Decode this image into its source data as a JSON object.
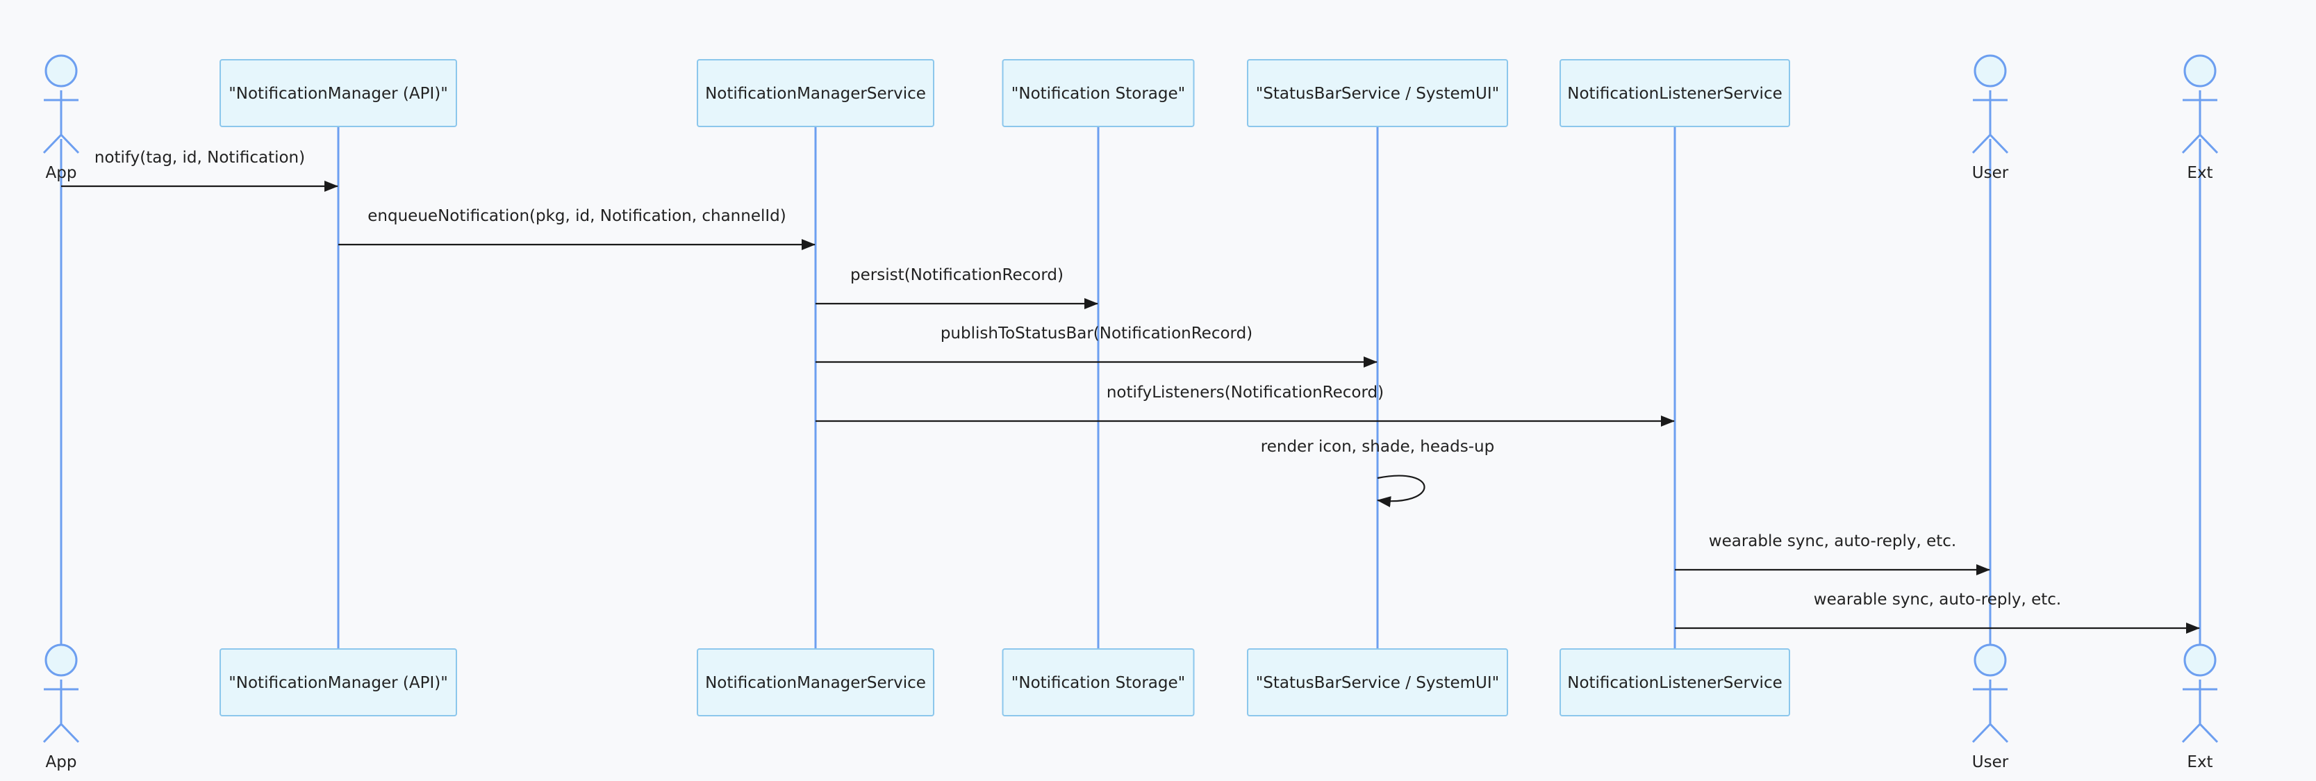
{
  "participants": [
    {
      "id": "app",
      "type": "actor",
      "label": "App"
    },
    {
      "id": "api",
      "type": "box",
      "label": "\"NotificationManager (API)\""
    },
    {
      "id": "nms",
      "type": "box",
      "label": "NotificationManagerService"
    },
    {
      "id": "storage",
      "type": "box",
      "label": "\"Notification Storage\""
    },
    {
      "id": "statusbar",
      "type": "box",
      "label": "\"StatusBarService / SystemUI\""
    },
    {
      "id": "nls",
      "type": "box",
      "label": "NotificationListenerService"
    },
    {
      "id": "user",
      "type": "actor",
      "label": "User"
    },
    {
      "id": "ext",
      "type": "actor",
      "label": "Ext"
    }
  ],
  "messages": [
    {
      "from": "app",
      "to": "api",
      "label": "notify(tag, id, Notification)"
    },
    {
      "from": "api",
      "to": "nms",
      "label": "enqueueNotification(pkg, id, Notification, channelId)"
    },
    {
      "from": "nms",
      "to": "storage",
      "label": "persist(NotificationRecord)"
    },
    {
      "from": "nms",
      "to": "statusbar",
      "label": "publishToStatusBar(NotificationRecord)"
    },
    {
      "from": "nms",
      "to": "nls",
      "label": "notifyListeners(NotificationRecord)"
    },
    {
      "from": "statusbar",
      "to": "statusbar",
      "label": "render icon, shade, heads-up"
    },
    {
      "from": "nls",
      "to": "user",
      "label": "wearable sync, auto-reply, etc."
    },
    {
      "from": "nls",
      "to": "ext",
      "label": "wearable sync, auto-reply, etc."
    }
  ],
  "colors": {
    "box_fill": "#e6f6fc",
    "box_border": "#8cc7ec",
    "lifeline": "#6d9ff0",
    "arrow": "#1a1a1a",
    "background": "#f8f9fb"
  }
}
